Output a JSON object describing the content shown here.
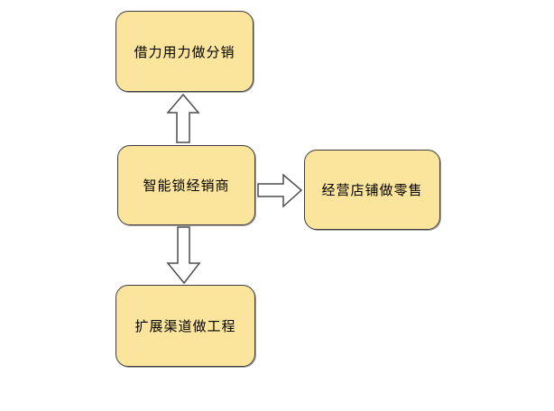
{
  "diagram": {
    "type": "flowchart",
    "colors": {
      "background": "#ffffff",
      "node_fill": "#fbe49b",
      "node_border": "#3e3e3e",
      "arrow_fill": "#ffffff",
      "arrow_border": "#4d4d4d",
      "text": "#000000"
    },
    "nodes": [
      {
        "id": "top",
        "label": "借力用力做分销"
      },
      {
        "id": "center",
        "label": "智能锁经销商"
      },
      {
        "id": "right",
        "label": "经营店铺做零售"
      },
      {
        "id": "bottom",
        "label": "扩展渠道做工程"
      }
    ],
    "edges": [
      {
        "from": "center",
        "to": "top",
        "direction": "up",
        "icon": "arrow-up-icon"
      },
      {
        "from": "center",
        "to": "right",
        "direction": "right",
        "icon": "arrow-right-icon"
      },
      {
        "from": "center",
        "to": "bottom",
        "direction": "down",
        "icon": "arrow-down-icon"
      }
    ]
  }
}
